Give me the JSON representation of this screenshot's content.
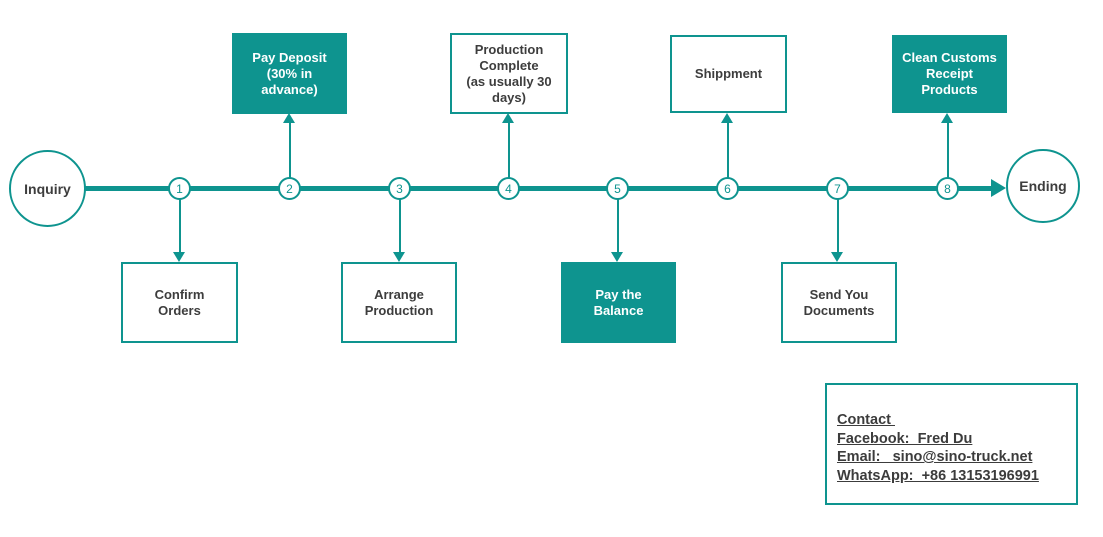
{
  "colors": {
    "accent_teal": "#0E948F",
    "text_dark": "#3D3D3D",
    "box_text_on_teal": "#FFFFFF",
    "background": "#FFFFFF"
  },
  "diagram": {
    "start_label": "Inquiry",
    "end_label": "Ending",
    "nodes": [
      "1",
      "2",
      "3",
      "4",
      "5",
      "6",
      "7",
      "8"
    ],
    "top_boxes": [
      {
        "label": "Pay Deposit\n(30% in\nadvance)",
        "filled": true
      },
      {
        "label": "Production\nComplete\n(as usually 30\ndays)",
        "filled": false
      },
      {
        "label": "Shippment",
        "filled": false
      },
      {
        "label": "Clean Customs\nReceipt\nProducts",
        "filled": true
      }
    ],
    "bottom_boxes": [
      {
        "label": "Confirm\nOrders",
        "filled": false
      },
      {
        "label": "Arrange\nProduction",
        "filled": false
      },
      {
        "label": "Pay the\nBalance",
        "filled": true
      },
      {
        "label": "Send You\nDocuments",
        "filled": false
      }
    ]
  },
  "contact": {
    "title": "Contact ",
    "facebook": "Facebook:  Fred Du",
    "email": "Email:   sino@sino-truck.net",
    "whatsapp": "WhatsApp:  +86 13153196991"
  }
}
